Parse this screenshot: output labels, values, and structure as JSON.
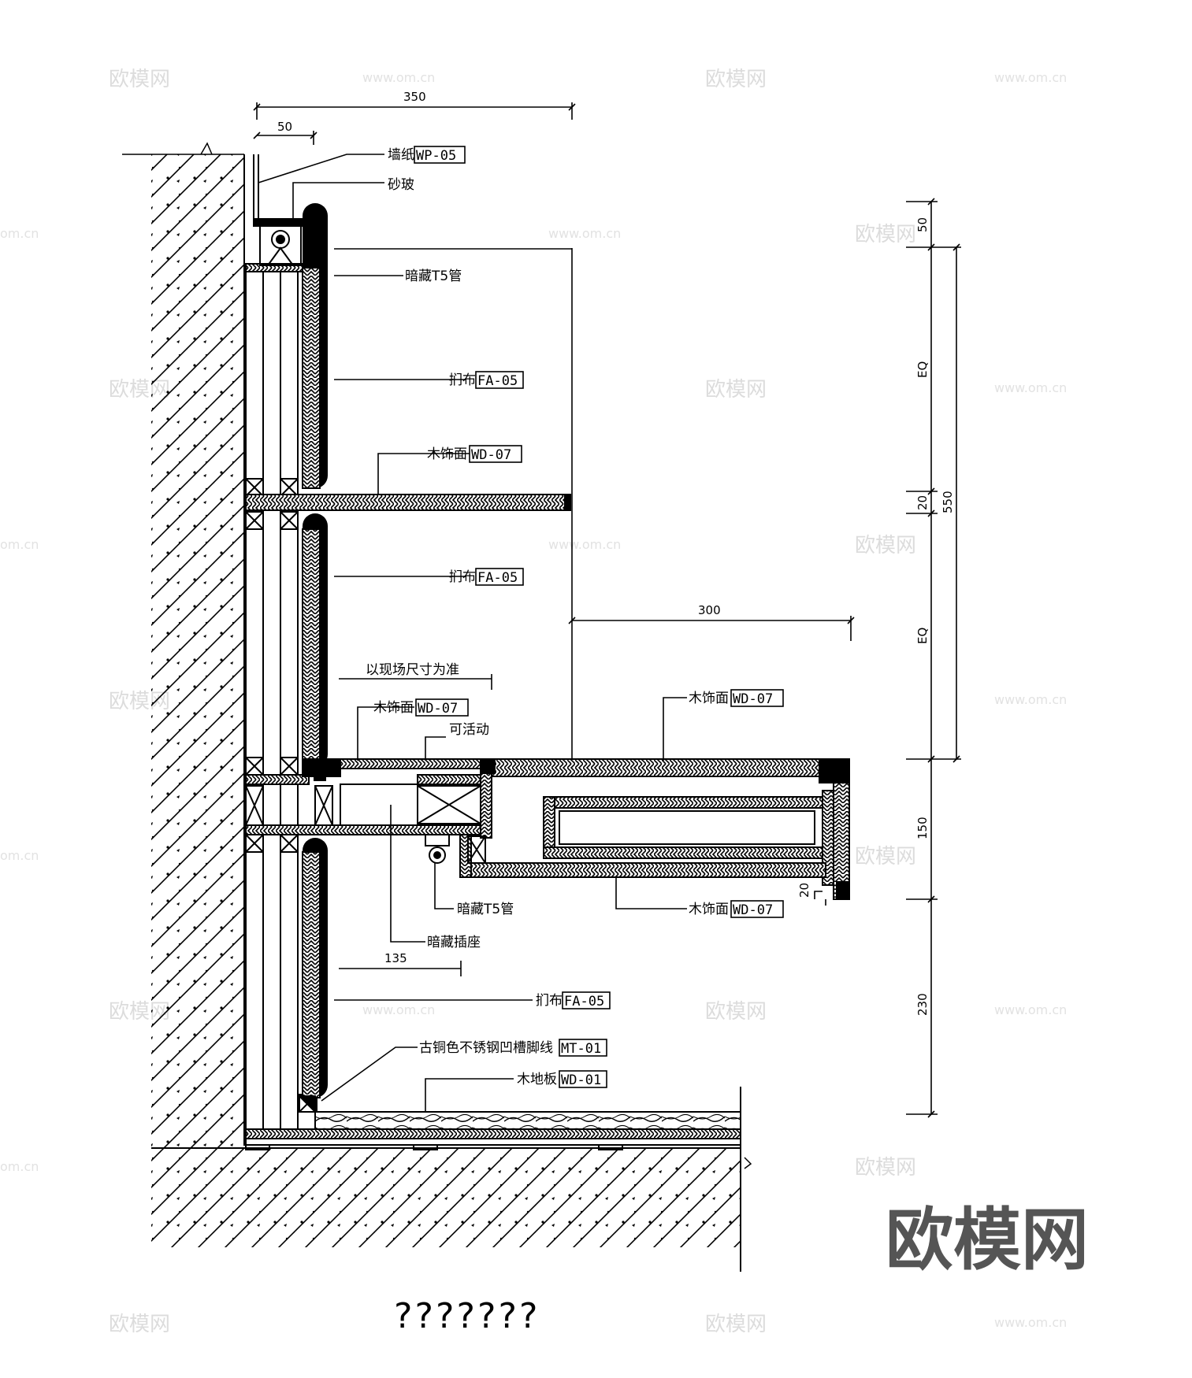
{
  "drawing": {
    "title": "???????",
    "watermark_brand": "欧模网",
    "watermark_url": "www.om.cn",
    "watermark_url_partial": "om.cn"
  },
  "dimensions": {
    "top_width": "350",
    "top_offset": "50",
    "shelf_depth": "300",
    "base_depth": "135",
    "right_50": "50",
    "right_eq_upper": "EQ",
    "right_20": "20",
    "right_550": "550",
    "right_eq_lower": "EQ",
    "right_150": "150",
    "right_230": "230",
    "small_20": "20"
  },
  "labels": [
    {
      "id": "wallpaper",
      "text": "墙纸",
      "code": "WP-05"
    },
    {
      "id": "frosted-glass",
      "text": "砂玻",
      "code": ""
    },
    {
      "id": "hidden-t5-top",
      "text": "暗藏T5管",
      "code": ""
    },
    {
      "id": "fabric-1",
      "text": "扪布",
      "code": "FA-05"
    },
    {
      "id": "wood-finish-1",
      "text": "木饰面",
      "code": "WD-07"
    },
    {
      "id": "fabric-2",
      "text": "扪布",
      "code": "FA-05"
    },
    {
      "id": "site-dimension",
      "text": "以现场尺寸为准",
      "code": ""
    },
    {
      "id": "wood-finish-2",
      "text": "木饰面",
      "code": "WD-07"
    },
    {
      "id": "movable",
      "text": "可活动",
      "code": ""
    },
    {
      "id": "wood-finish-3",
      "text": "木饰面",
      "code": "WD-07"
    },
    {
      "id": "hidden-t5-bottom",
      "text": "暗藏T5管",
      "code": ""
    },
    {
      "id": "wood-finish-4",
      "text": "木饰面",
      "code": "WD-07"
    },
    {
      "id": "hidden-socket",
      "text": "暗藏插座",
      "code": ""
    },
    {
      "id": "fabric-3",
      "text": "扪布",
      "code": "FA-05"
    },
    {
      "id": "skirting",
      "text": "古铜色不锈钢凹槽脚线",
      "code": "MT-01"
    },
    {
      "id": "wood-floor",
      "text": "木地板",
      "code": "WD-01"
    }
  ],
  "colors": {
    "line": "#000000",
    "background": "#ffffff",
    "watermark": "#dcdcdc"
  }
}
